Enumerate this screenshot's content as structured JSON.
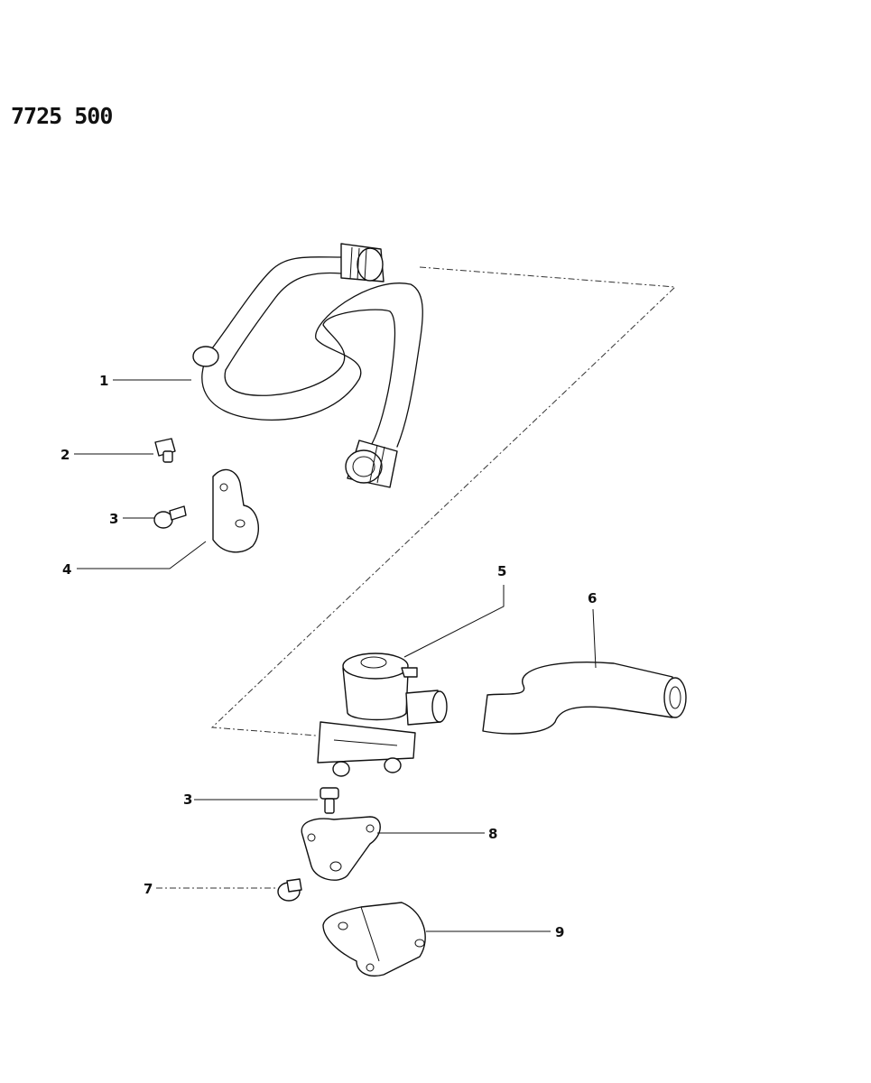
{
  "diagram": {
    "part_number": "7725 500",
    "callouts": [
      {
        "id": "c1",
        "label": "1"
      },
      {
        "id": "c2",
        "label": "2"
      },
      {
        "id": "c3a",
        "label": "3"
      },
      {
        "id": "c4",
        "label": "4"
      },
      {
        "id": "c5",
        "label": "5"
      },
      {
        "id": "c6",
        "label": "6"
      },
      {
        "id": "c3b",
        "label": "3"
      },
      {
        "id": "c8",
        "label": "8"
      },
      {
        "id": "c7",
        "label": "7"
      },
      {
        "id": "c9",
        "label": "9"
      }
    ]
  }
}
